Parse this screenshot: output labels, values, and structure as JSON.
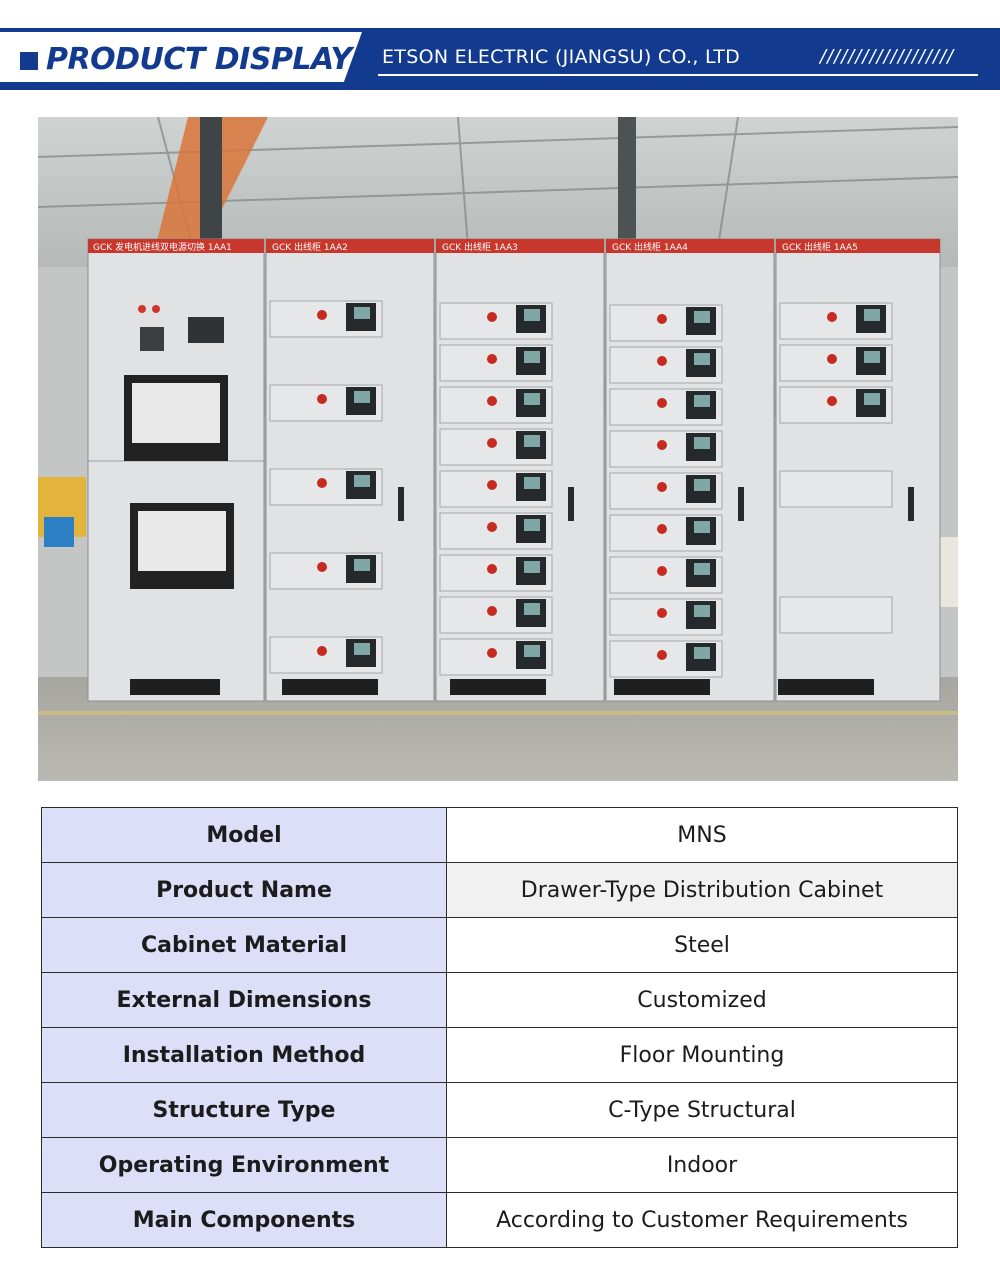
{
  "header": {
    "title": "PRODUCT DISPLAY",
    "company": "ETSON ELECTRIC (JIANGSU) CO., LTD",
    "decoration": "///////////////////"
  },
  "photo": {
    "subject": "switchgear-cabinet-photo",
    "cabinet_labels": [
      "GCK 发电机进线双电源切换 1AA1",
      "GCK 出线柜 1AA2",
      "GCK 出线柜 1AA3",
      "GCK 出线柜 1AA4",
      "GCK 出线柜 1AA5"
    ]
  },
  "specs": [
    {
      "label": "Model",
      "value": "MNS"
    },
    {
      "label": "Product Name",
      "value": "Drawer-Type Distribution Cabinet"
    },
    {
      "label": "Cabinet Material",
      "value": "Steel"
    },
    {
      "label": "External Dimensions",
      "value": "Customized"
    },
    {
      "label": "Installation Method",
      "value": "Floor Mounting"
    },
    {
      "label": "Structure Type",
      "value": "C-Type Structural"
    },
    {
      "label": "Operating Environment",
      "value": "Indoor"
    },
    {
      "label": "Main Components",
      "value": "According to Customer Requirements"
    }
  ],
  "colors": {
    "brand_blue": "#123a8f",
    "table_key_bg": "#dcdff7",
    "cabinet_red": "#c8372c"
  }
}
